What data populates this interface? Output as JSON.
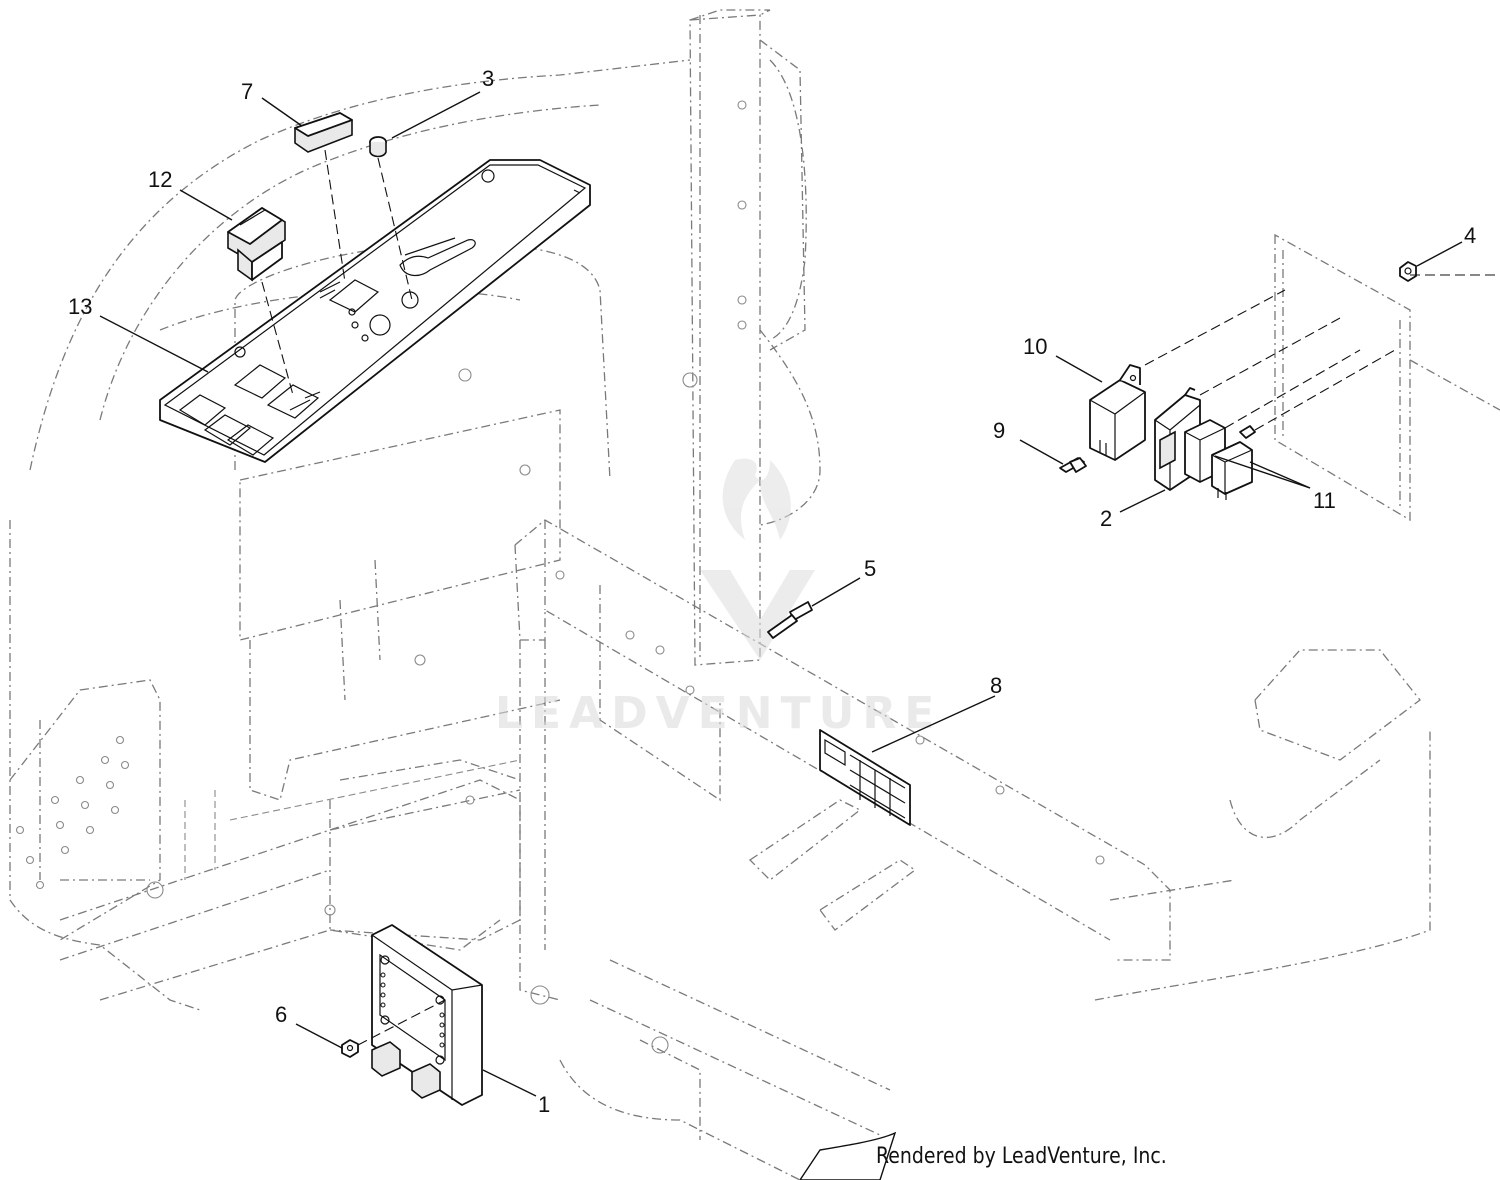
{
  "diagram": {
    "callouts": [
      {
        "id": "c1",
        "label": "1"
      },
      {
        "id": "c2",
        "label": "2"
      },
      {
        "id": "c3",
        "label": "3"
      },
      {
        "id": "c4",
        "label": "4"
      },
      {
        "id": "c5",
        "label": "5"
      },
      {
        "id": "c6",
        "label": "6"
      },
      {
        "id": "c7",
        "label": "7"
      },
      {
        "id": "c8",
        "label": "8"
      },
      {
        "id": "c9",
        "label": "9"
      },
      {
        "id": "c10",
        "label": "10"
      },
      {
        "id": "c11",
        "label": "11"
      },
      {
        "id": "c12",
        "label": "12"
      },
      {
        "id": "c13",
        "label": "13"
      }
    ],
    "watermark": "LEADVENTURE",
    "credit": "Rendered by LeadVenture, Inc."
  }
}
